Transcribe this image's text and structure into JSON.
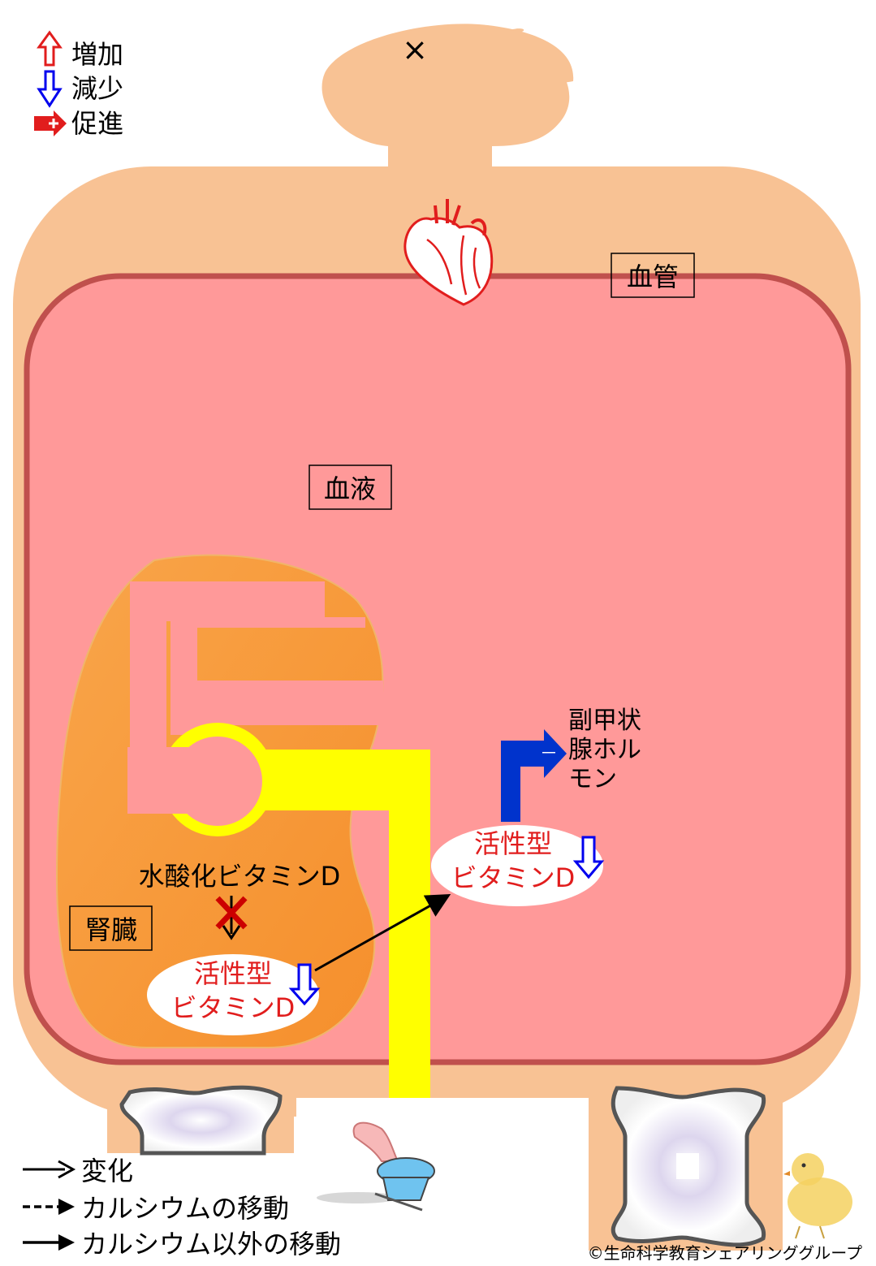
{
  "legend_top": {
    "increase": "増加",
    "decrease": "減少",
    "promote": "促進"
  },
  "labels": {
    "head_mark": "×",
    "blood_vessel": "血管",
    "blood": "血液",
    "kidney": "腎臓",
    "hydroxy_vitamin_d": "水酸化ビタミンD",
    "active_vitamin_d_line1": "活性型",
    "active_vitamin_d_line2": "ビタミンD",
    "pth_line1": "副甲状",
    "pth_line2": "腺ホル",
    "pth_line3": "モン",
    "pth_sign": "－"
  },
  "legend_bottom": {
    "change": "変化",
    "calcium_move": "カルシウムの移動",
    "non_calcium_move": "カルシウム以外の移動"
  },
  "copyright": "©生命科学教育シェアリンググループ",
  "colors": {
    "body": "#f8c294",
    "blood": "#ff9999",
    "vessel_border": "#c0504d",
    "kidney": "#f79a3a",
    "yellow_path": "#ffff00",
    "increase_arrow": "#e11d1d",
    "decrease_arrow": "#0000ee",
    "pth_arrow": "#0033cc"
  },
  "icons": [
    "up-arrow-icon",
    "down-arrow-icon",
    "promote-arrow-icon",
    "heart-icon",
    "toilet-icon",
    "bone-icon",
    "chick-icon",
    "cross-icon"
  ]
}
